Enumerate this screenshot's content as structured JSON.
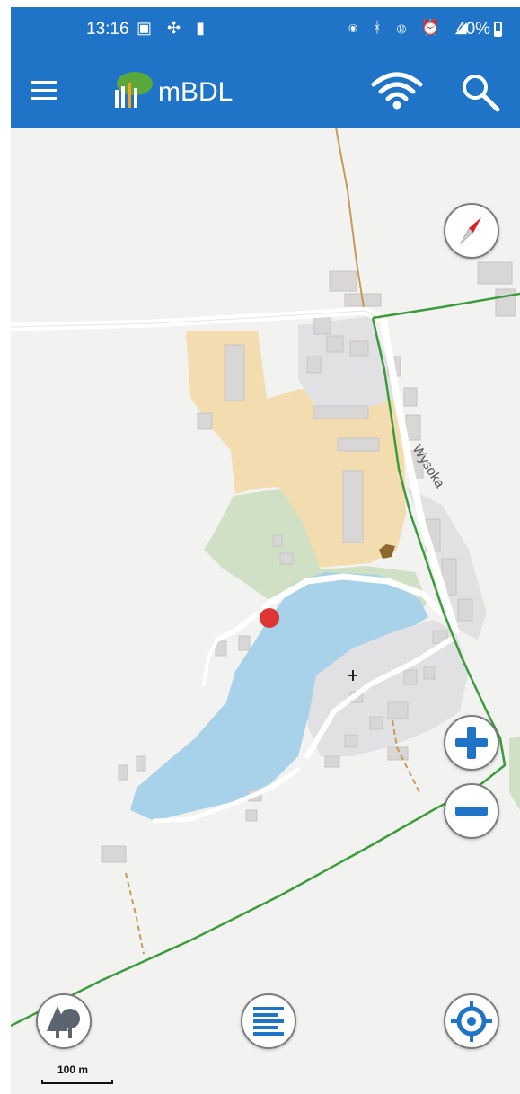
{
  "status_bar": {
    "time": "13:16",
    "battery_percent": "40%"
  },
  "app_bar": {
    "title": "mBDL"
  },
  "map": {
    "street_label": "Wysoka",
    "scale_label": "100 m"
  },
  "colors": {
    "primary": "#1f74c7",
    "forest": "#cfe0c4",
    "water": "#a8d2ea",
    "farmyard": "#f4dcb1",
    "boundary": "#3b9c3b",
    "marker": "#e03535"
  },
  "icons": [
    "menu-icon",
    "mbdl-logo-icon",
    "wifi-icon",
    "search-icon",
    "compass-icon",
    "zoom-in-icon",
    "zoom-out-icon",
    "forest-layers-icon",
    "list-icon",
    "locate-icon"
  ]
}
